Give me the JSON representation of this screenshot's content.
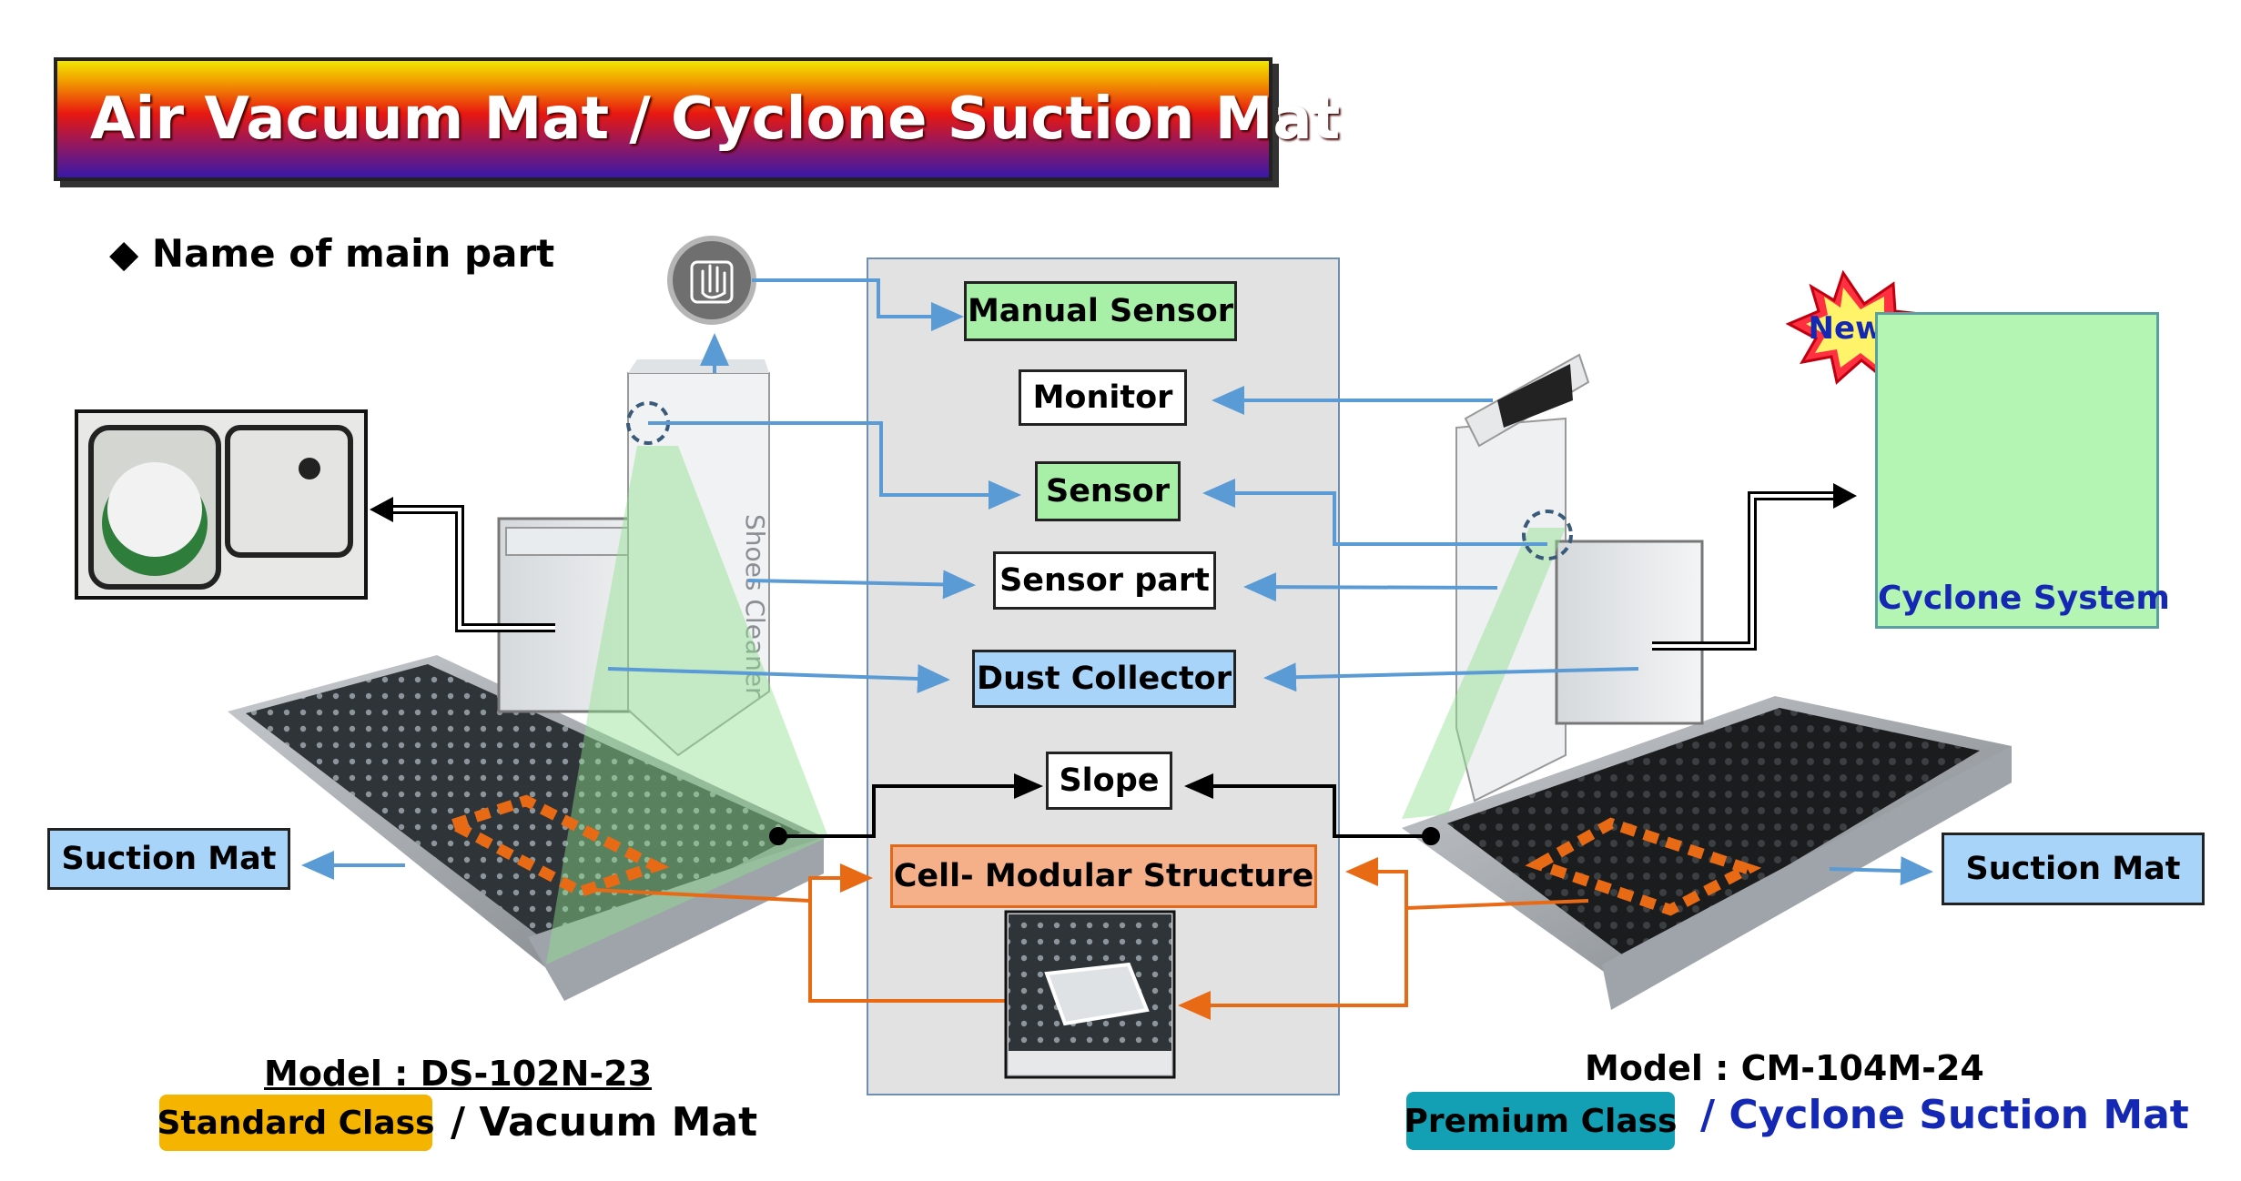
{
  "title": "Air Vacuum Mat / Cyclone Suction Mat",
  "section_heading": "◆ Name of main part",
  "parts": {
    "manual_sensor": "Manual Sensor",
    "monitor": "Monitor",
    "sensor": "Sensor",
    "sensor_part": "Sensor part",
    "dust_collector": "Dust Collector",
    "slope": "Slope",
    "cell_modular": "Cell- Modular Structure"
  },
  "left": {
    "suction_mat": "Suction Mat",
    "model": "Model : DS-102N-23",
    "class_badge": "Standard Class",
    "class_suffix": "/ Vacuum Mat",
    "badge_color": "#f5b400",
    "cabinet_text": "Shoes Cleaner"
  },
  "right": {
    "suction_mat": "Suction Mat",
    "model": "Model : CM-104M-24",
    "class_badge": "Premium Class",
    "class_suffix": "/ Cyclone Suction Mat",
    "badge_color": "#14a0b4",
    "new_burst": "New",
    "cyclone_system": "Cyclone System"
  },
  "colors": {
    "connector_blue": "#5b9bd5",
    "connector_orange": "#e96a14",
    "connector_black": "#000000",
    "panel_gray": "#e2e2e2"
  },
  "icons": {
    "manual_sensor": "hand-stop-icon"
  }
}
